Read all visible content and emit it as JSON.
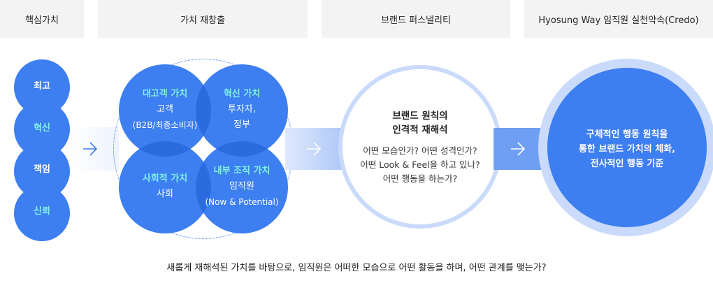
{
  "headers": [
    "핵심가치",
    "가치 재창출",
    "브랜드 퍼스낼리티",
    "Hyosung Way 임직원 실천약속(Credo)"
  ],
  "core_values": [
    "최고",
    "혁신",
    "책임",
    "신뢰"
  ],
  "value_circles": {
    "top_left": {
      "title": "대고객 가치",
      "line1": "고객",
      "line2": "(B2B/최종소비자)"
    },
    "top_right": {
      "title": "혁신 가치",
      "line1": "투자자,",
      "line2": "정부"
    },
    "bottom_left": {
      "title": "사회적 가치",
      "line1": "사회"
    },
    "bottom_right": {
      "title": "내부 조직 가치",
      "line1": "임직원",
      "line2": "(Now & Potential)"
    }
  },
  "brand_personality": {
    "title1": "브랜드 원칙의",
    "title2": "인격적 재해석",
    "q1": "어떤 모습인가? 어떤 성격인가?",
    "q2": "어떤 Look & Feel을 하고 있나?",
    "q3": "어떤 행동을 하는가?"
  },
  "credo": {
    "line1": "구체적인 행동 원칙을",
    "line2": "통한 브랜드 가치의 체화,",
    "line3": "전사적인 행동 기준"
  },
  "arrow_symbol": "→",
  "footer": "새롭게 재해석된 가치를 바탕으로, 임직원은 어떠한 모습으로 어떤 활동을 하며, 어떤 관계를 맺는가?",
  "colors": {
    "blue": "#3d7ef0",
    "highlight": "#7ff0e6",
    "light_blue": "#c9dafb",
    "pale_blue": "#eef3fd",
    "header_bg": "#f3f3f3"
  }
}
